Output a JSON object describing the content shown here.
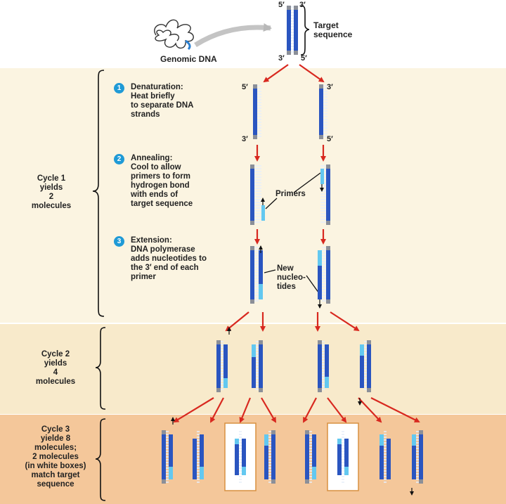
{
  "top": {
    "genomic_dna": "Genomic DNA",
    "target_sequence": "Target\nsequence",
    "top_left_5": "5′",
    "top_right_3": "3′",
    "bottom_left_3": "3′",
    "bottom_right_5": "5′"
  },
  "cycle1": {
    "label": "Cycle 1\nyields\n2\nmolecules",
    "steps": [
      {
        "num": "1",
        "text": "Denaturation:\nHeat briefly\nto separate DNA\nstrands"
      },
      {
        "num": "2",
        "text": "Annealing:\nCool to allow\nprimers to form\nhydrogen bond\nwith ends of\ntarget sequence"
      },
      {
        "num": "3",
        "text": "Extension:\nDNA polymerase\nadds nucleotides to\nthe 3′ end of each\nprimer"
      }
    ],
    "strand_end_labels": {
      "left_top": "5′",
      "right_top": "3′",
      "left_bottom": "3′",
      "right_bottom": "5′"
    },
    "primers_label": "Primers",
    "new_nucleotides_label": "New\nnucleo-\ntides"
  },
  "cycle2": {
    "label": "Cycle 2\nyields\n4\nmolecules"
  },
  "cycle3": {
    "label": "Cycle 3\nyielde 8\nmolecules;\n2 molecules\n(in white boxes)\nmatch target\nsequence"
  },
  "colors": {
    "band_cycle1": "#fbf4e1",
    "band_cycle2": "#f8eacb",
    "band_cycle3": "#f4c79a",
    "strand_dark": "#2a55c0",
    "strand_light": "#63c8f0",
    "strand_gray": "#8b8f98",
    "arrow_red": "#d8281f",
    "badge": "#1f9ad6"
  }
}
